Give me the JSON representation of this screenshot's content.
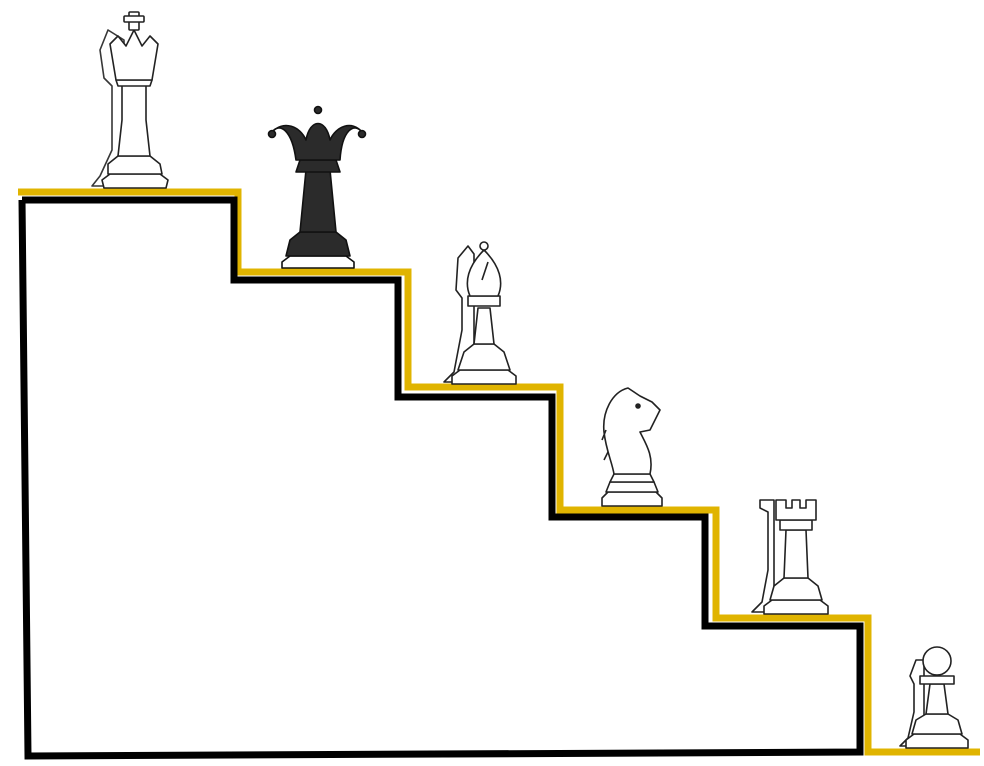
{
  "scene": {
    "colors": {
      "background": "#ffffff",
      "stair_outline": "#000000",
      "stair_edge": "#e0b400",
      "piece_white_fill": "#ffffff",
      "piece_dark_fill": "#2b2b2b",
      "piece_stroke": "#222222"
    },
    "pieces": [
      {
        "name": "king",
        "color": "white"
      },
      {
        "name": "jester",
        "color": "black"
      },
      {
        "name": "bishop",
        "color": "white"
      },
      {
        "name": "knight",
        "color": "white"
      },
      {
        "name": "rook",
        "color": "white"
      },
      {
        "name": "pawn",
        "color": "white"
      }
    ]
  }
}
